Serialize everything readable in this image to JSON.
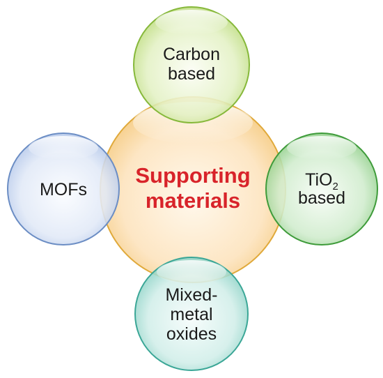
{
  "center": {
    "line1": "Supporting",
    "line2": "materials"
  },
  "nodes": {
    "carbon": {
      "line1": "Carbon",
      "line2": "based"
    },
    "mofs": {
      "line1": "MOFs"
    },
    "tio2": {
      "line1_main": "TiO",
      "line1_sub": "2",
      "line2": "based"
    },
    "mixed": {
      "line1": "Mixed-",
      "line2": "metal",
      "line3": "oxides"
    }
  },
  "colors": {
    "center_text": "#d8232a",
    "center_outline": "#e0a93a",
    "center_fill": "#fce8c8",
    "carbon_outline": "#86b83a",
    "carbon_fill": "#e4f2c6",
    "mofs_outline": "#6b8dc4",
    "mofs_fill": "#e2eaf7",
    "tio2_outline": "#3e9b3a",
    "tio2_fill": "#d2ecd0",
    "mixed_outline": "#3aa696",
    "mixed_fill": "#d3efea"
  }
}
